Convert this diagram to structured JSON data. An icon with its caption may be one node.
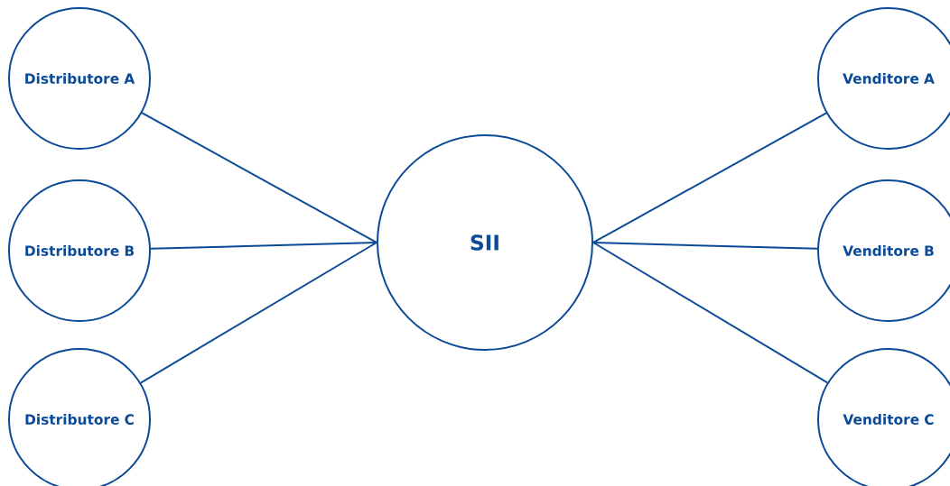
{
  "diagram": {
    "nodes": [
      {
        "text": [
          "Distributore A"
        ]
      },
      {
        "text": [
          "Distributore B"
        ]
      },
      {
        "text": [
          "Distributore C"
        ]
      },
      {
        "text": [
          "SII"
        ]
      },
      {
        "text": [
          "Venditore A"
        ]
      },
      {
        "text": [
          "Venditore B"
        ]
      },
      {
        "text": [
          "Venditore C"
        ]
      }
    ],
    "edges": [
      {
        "from": 0,
        "to": 3,
        "arrow": "none"
      },
      {
        "from": 1,
        "to": 3,
        "arrow": "none"
      },
      {
        "from": 2,
        "to": 3,
        "arrow": "none"
      },
      {
        "from": 3,
        "to": 4,
        "arrow": "none"
      },
      {
        "from": 3,
        "to": 5,
        "arrow": "none"
      },
      {
        "from": 3,
        "to": 6,
        "arrow": "none"
      }
    ]
  }
}
